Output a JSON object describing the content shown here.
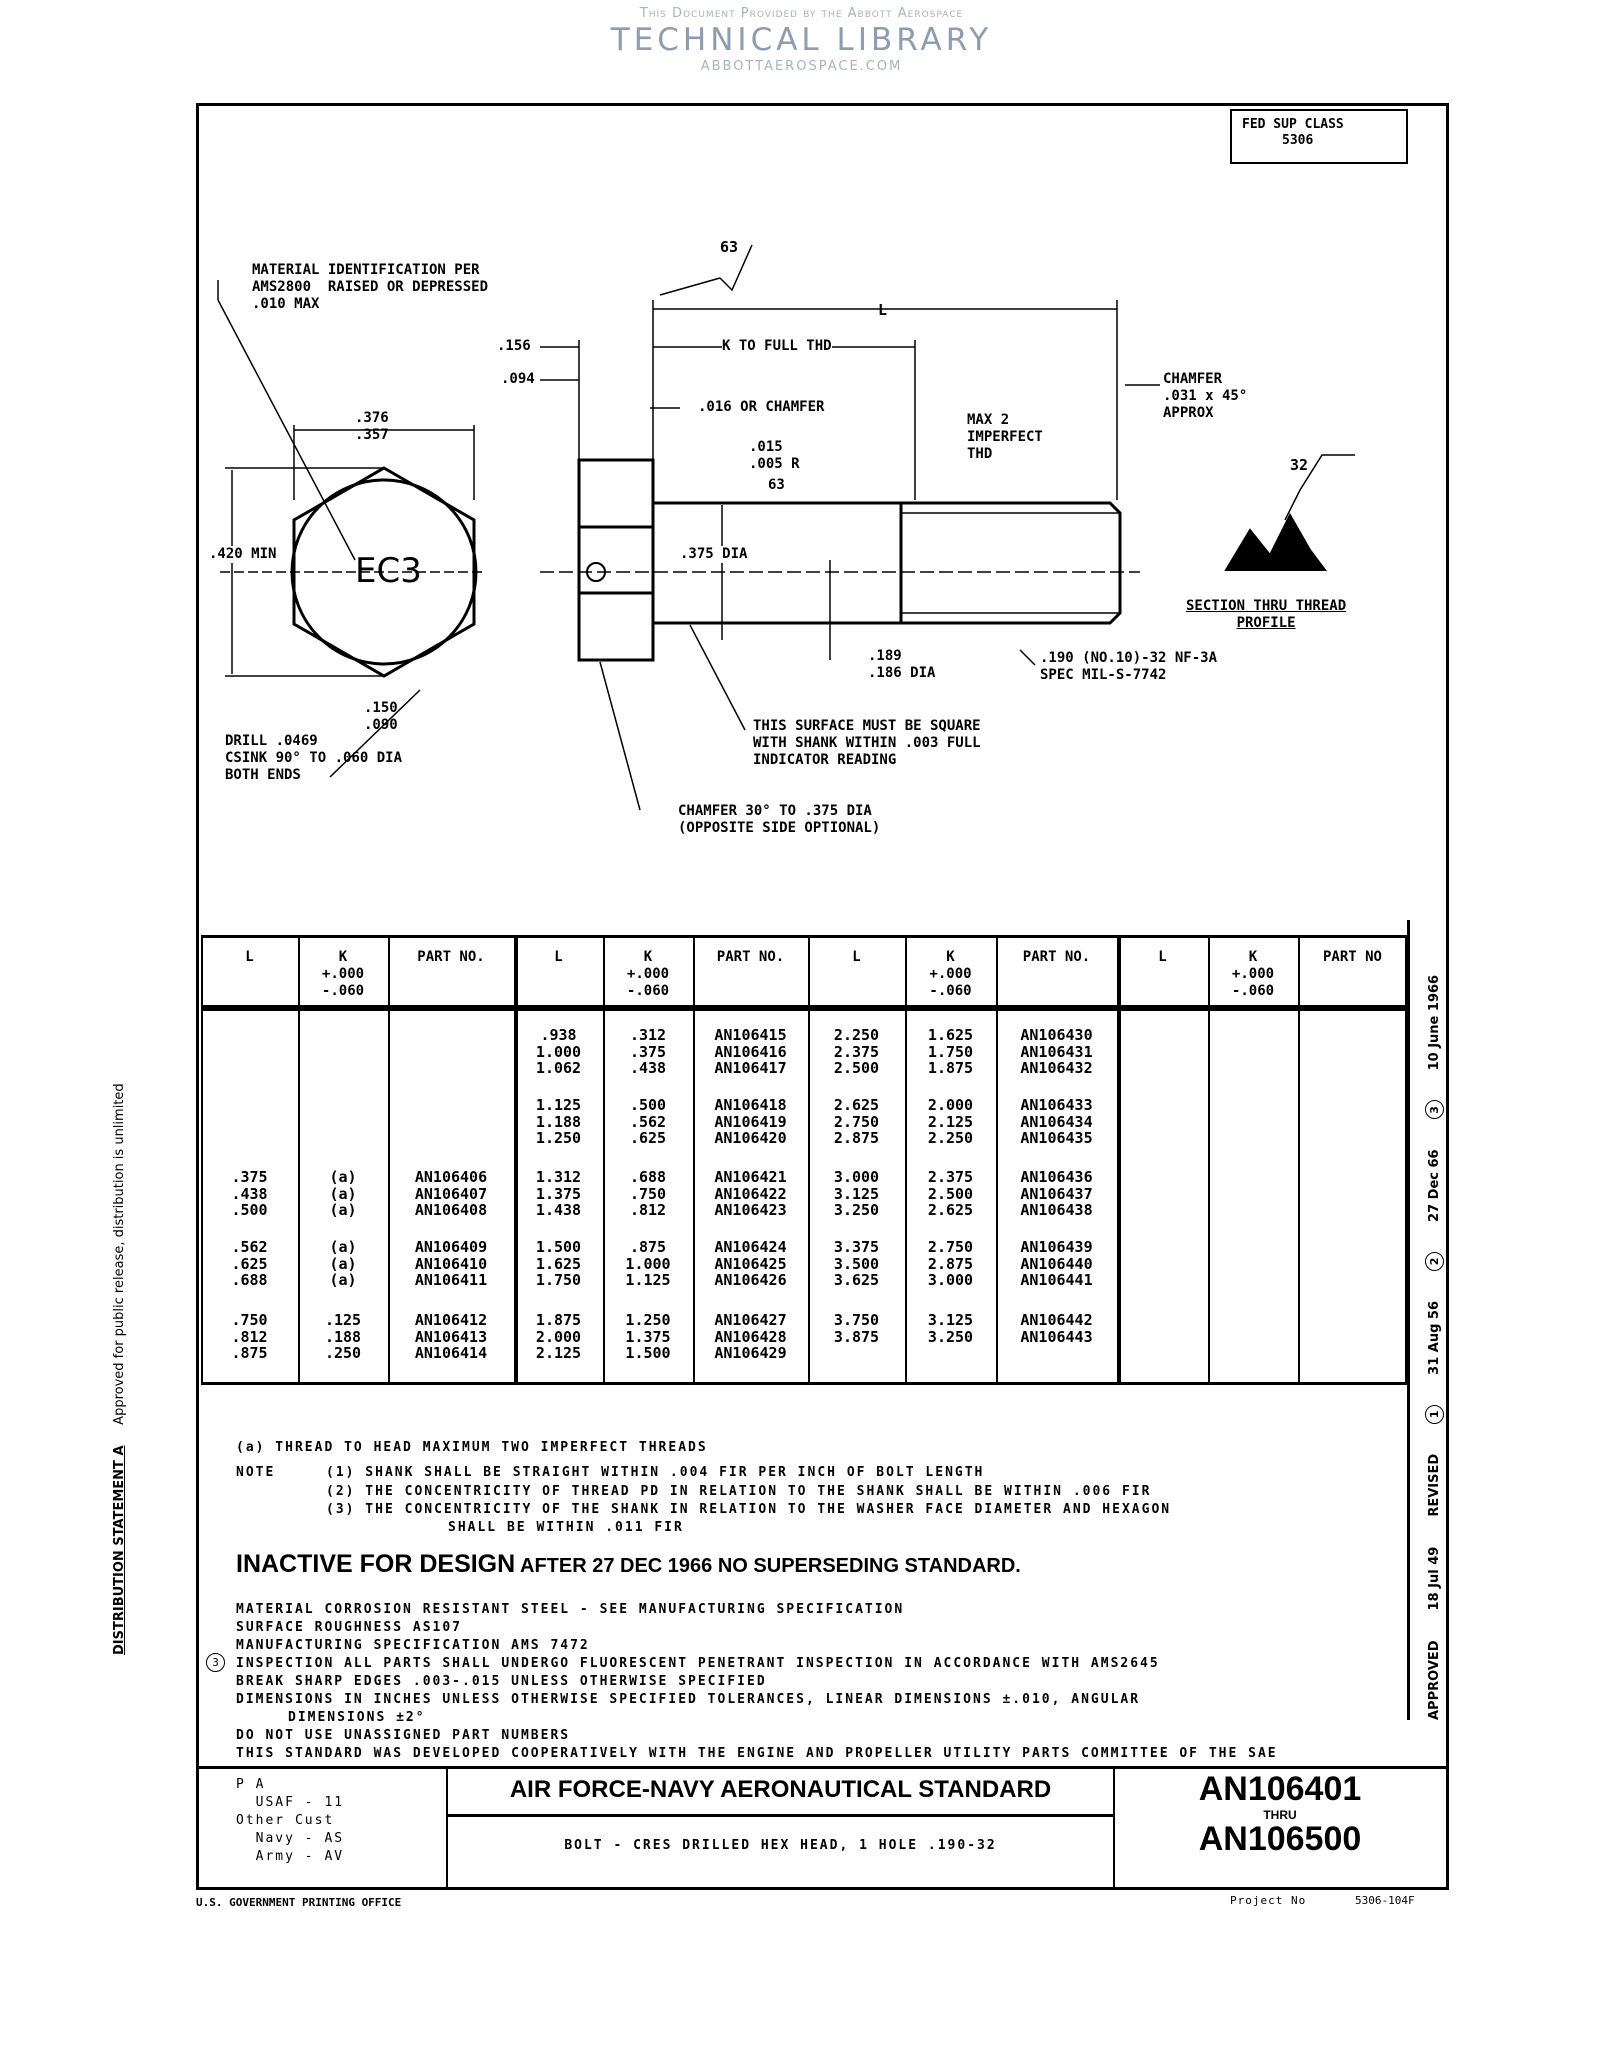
{
  "watermark": {
    "line1": "This Document Provided by the Abbott Aerospace",
    "line2": "TECHNICAL LIBRARY",
    "line3": "ABBOTTAEROSPACE.COM"
  },
  "left_margin": {
    "statement": "DISTRIBUTION STATEMENT A",
    "release": "Approved for public release, distribution is unlimited"
  },
  "fed_sup_class": {
    "label": "FED SUP CLASS",
    "value": "5306"
  },
  "drawing": {
    "material_id": "MATERIAL IDENTIFICATION PER\nAMS2800  RAISED OR DEPRESSED\n.010 MAX",
    "finish_63_top": "63",
    "L": "L",
    "d156": ".156",
    "d094": ".094",
    "k_to_full_thd": "K TO FULL THD",
    "chamfer_016": ".016 OR CHAMFER",
    "max2": "MAX 2\nIMPERFECT\nTHD",
    "chamfer_031": "CHAMFER\n.031 x 45°\nAPPROX",
    "radius": ".015\n.005 R",
    "finish_63": "63",
    "across_flats": ".376\n.357",
    "min420": ".420 MIN",
    "head_mark": "EC3",
    "dia375": ".375 DIA",
    "dia189": ".189\n.186 DIA",
    "thread": ".190 (NO.10)-32 NF-3A\nSPEC MIL-S-7742",
    "finish_32": "32",
    "section": "SECTION THRU THREAD\nPROFILE",
    "d150": ".150\n.090",
    "drill": "DRILL .0469\nCSINK 90° TO .060 DIA\nBOTH ENDS",
    "square": "THIS SURFACE MUST BE SQUARE\nWITH SHANK WITHIN .003 FULL\nINDICATOR READING",
    "chamfer30": "CHAMFER 30° TO .375 DIA\n(OPPOSITE SIDE OPTIONAL)"
  },
  "table": {
    "headers": [
      "L",
      "K\n+.000\n-.060",
      "PART NO.",
      "L",
      "K\n+.000\n-.060",
      "PART NO.",
      "L",
      "K\n+.000\n-.060",
      "PART NO.",
      "L",
      "K\n+.000\n-.060",
      "PART NO"
    ],
    "groups": [
      [
        [
          "",
          "",
          "",
          ".938",
          ".312",
          "AN106415",
          "2.250",
          "1.625",
          "AN106430",
          "",
          "",
          ""
        ],
        [
          "",
          "",
          "",
          "1.000",
          ".375",
          "AN106416",
          "2.375",
          "1.750",
          "AN106431",
          "",
          "",
          ""
        ],
        [
          "",
          "",
          "",
          "1.062",
          ".438",
          "AN106417",
          "2.500",
          "1.875",
          "AN106432",
          "",
          "",
          ""
        ]
      ],
      [
        [
          "",
          "",
          "",
          "1.125",
          ".500",
          "AN106418",
          "2.625",
          "2.000",
          "AN106433",
          "",
          "",
          ""
        ],
        [
          "",
          "",
          "",
          "1.188",
          ".562",
          "AN106419",
          "2.750",
          "2.125",
          "AN106434",
          "",
          "",
          ""
        ],
        [
          "",
          "",
          "",
          "1.250",
          ".625",
          "AN106420",
          "2.875",
          "2.250",
          "AN106435",
          "",
          "",
          ""
        ]
      ],
      [
        [
          ".375",
          "(a)",
          "AN106406",
          "1.312",
          ".688",
          "AN106421",
          "3.000",
          "2.375",
          "AN106436",
          "",
          "",
          ""
        ],
        [
          ".438",
          "(a)",
          "AN106407",
          "1.375",
          ".750",
          "AN106422",
          "3.125",
          "2.500",
          "AN106437",
          "",
          "",
          ""
        ],
        [
          ".500",
          "(a)",
          "AN106408",
          "1.438",
          ".812",
          "AN106423",
          "3.250",
          "2.625",
          "AN106438",
          "",
          "",
          ""
        ]
      ],
      [
        [
          ".562",
          "(a)",
          "AN106409",
          "1.500",
          ".875",
          "AN106424",
          "3.375",
          "2.750",
          "AN106439",
          "",
          "",
          ""
        ],
        [
          ".625",
          "(a)",
          "AN106410",
          "1.625",
          "1.000",
          "AN106425",
          "3.500",
          "2.875",
          "AN106440",
          "",
          "",
          ""
        ],
        [
          ".688",
          "(a)",
          "AN106411",
          "1.750",
          "1.125",
          "AN106426",
          "3.625",
          "3.000",
          "AN106441",
          "",
          "",
          ""
        ]
      ],
      [
        [
          ".750",
          ".125",
          "AN106412",
          "1.875",
          "1.250",
          "AN106427",
          "3.750",
          "3.125",
          "AN106442",
          "",
          "",
          ""
        ],
        [
          ".812",
          ".188",
          "AN106413",
          "2.000",
          "1.375",
          "AN106428",
          "3.875",
          "3.250",
          "AN106443",
          "",
          "",
          ""
        ],
        [
          ".875",
          ".250",
          "AN106414",
          "2.125",
          "1.500",
          "AN106429",
          "",
          "",
          "",
          "",
          "",
          ""
        ]
      ]
    ]
  },
  "revisions": {
    "approved_label": "APPROVED",
    "approved_date": "18 Jul 49",
    "revised_label": "REVISED",
    "rev1": "1",
    "rev1_date": "31 Aug 56",
    "rev2": "2",
    "rev2_date": "27 Dec 66",
    "rev3": "3",
    "rev3_date": "10 June 1966"
  },
  "notes": {
    "a": "(a) THREAD TO HEAD   MAXIMUM TWO IMPERFECT THREADS",
    "note_label": "NOTE",
    "n1": "(1)  SHANK SHALL BE STRAIGHT WITHIN .004 FIR  PER INCH OF BOLT LENGTH",
    "n2": "(2)  THE CONCENTRICITY OF THREAD PD IN RELATION TO THE SHANK SHALL BE WITHIN .006 FIR",
    "n3": "(3)  THE CONCENTRICITY OF THE SHANK IN RELATION TO THE WASHER FACE DIAMETER AND HEXAGON",
    "n3b": "SHALL BE WITHIN .011 FIR",
    "inactive_a": "INACTIVE FOR DESIGN",
    "inactive_b": " AFTER 27 DEC 1966  NO SUPERSEDING STANDARD.",
    "material": "MATERIAL   CORROSION RESISTANT STEEL - SEE MANUFACTURING SPECIFICATION",
    "surface": "SURFACE ROUGHNESS   AS107",
    "mfg": "MANUFACTURING SPECIFICATION   AMS 7472",
    "insp_rev": "3",
    "inspection": "INSPECTION   ALL PARTS SHALL UNDERGO FLUORESCENT PENETRANT INSPECTION IN ACCORDANCE WITH AMS2645",
    "edges": "BREAK SHARP EDGES  .003-.015 UNLESS OTHERWISE SPECIFIED",
    "dims": "DIMENSIONS IN INCHES  UNLESS OTHERWISE SPECIFIED   TOLERANCES,  LINEAR DIMENSIONS ±.010, ANGULAR",
    "dims2": "DIMENSIONS ±2°",
    "unassigned": "DO NOT USE UNASSIGNED PART NUMBERS",
    "sae": "THIS STANDARD WAS DEVELOPED COOPERATIVELY WITH THE ENGINE AND PROPELLER UTILITY PARTS COMMITTEE OF THE SAE"
  },
  "title_block": {
    "agencies": "P A\n  USAF - 11\nOther Cust\n  Navy - AS\n  Army - AV",
    "standard": "AIR FORCE-NAVY AERONAUTICAL STANDARD",
    "description": "BOLT - CRES DRILLED HEX HEAD, 1 HOLE   .190-32",
    "an_from": "AN106401",
    "thru": "THRU",
    "an_to": "AN106500"
  },
  "footer": {
    "printer": "U.S. GOVERNMENT PRINTING OFFICE",
    "project_label": "Project No",
    "project_no": "5306-104F"
  }
}
